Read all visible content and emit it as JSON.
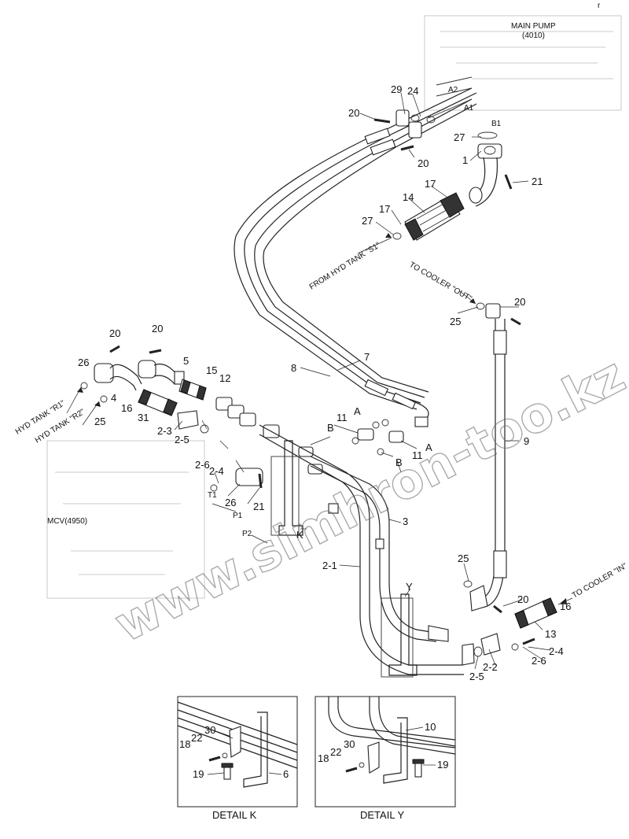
{
  "top_labels": {
    "main_pump": "MAIN PUMP",
    "main_pump_code": "(4010)",
    "mcv": "MCV(4950)",
    "from_hyd_tank_s1": "FROM HYD TANK \"S1\"",
    "to_cooler_out": "TO COOLER \"OUT\"",
    "to_cooler_in": "TO COOLER \"IN\"",
    "hyd_tank_r1": "HYD TANK \"R1\"",
    "hyd_tank_r2": "HYD TANK \"R2\""
  },
  "ports": {
    "a1": "A1",
    "a2": "A2",
    "b1": "B1",
    "t1": "T1",
    "p1": "P1",
    "p2": "P2"
  },
  "callouts": {
    "c20a": "20",
    "c29": "29",
    "c24": "24",
    "c20b": "20",
    "c27a": "27",
    "c1": "1",
    "c21a": "21",
    "c17a": "17",
    "c14": "14",
    "c17b": "17",
    "c27b": "27",
    "c20c": "20",
    "c25a": "25",
    "c9": "9",
    "c7": "7",
    "c8": "8",
    "c20d": "20",
    "c20e": "20",
    "c26a": "26",
    "c5": "5",
    "c15": "15",
    "c12": "12",
    "c4": "4",
    "c25b": "25",
    "c16a": "16",
    "c31": "31",
    "c2_3": "2-3",
    "c2_5a": "2-5",
    "c11_a": "11",
    "c a_top": "A",
    "cb_top": "B",
    "cb_bot": "B",
    "c11_b": "11",
    "ca_bot": "A",
    "c2_6a": "2-6",
    "c2_4a": "2-4",
    "c26b": "26",
    "c21b": "21",
    "ck": "K",
    "c3": "3",
    "c2_1": "2-1",
    "cy": "Y",
    "c25c": "25",
    "c20f": "20",
    "c13": "13",
    "c16b": "16",
    "c2_4b": "2-4",
    "c2_6b": "2-6",
    "c2_2": "2-2",
    "c2_5b": "2-5"
  },
  "detail_k": {
    "title": "DETAIL K",
    "c30": "30",
    "c22": "22",
    "c18": "18",
    "c19": "19",
    "c6": "6"
  },
  "detail_y": {
    "title": "DETAIL Y",
    "c10": "10",
    "c30": "30",
    "c22": "22",
    "c18": "18",
    "c19": "19"
  },
  "watermark": "www.simhron-too.kz",
  "corner_mark": "r"
}
